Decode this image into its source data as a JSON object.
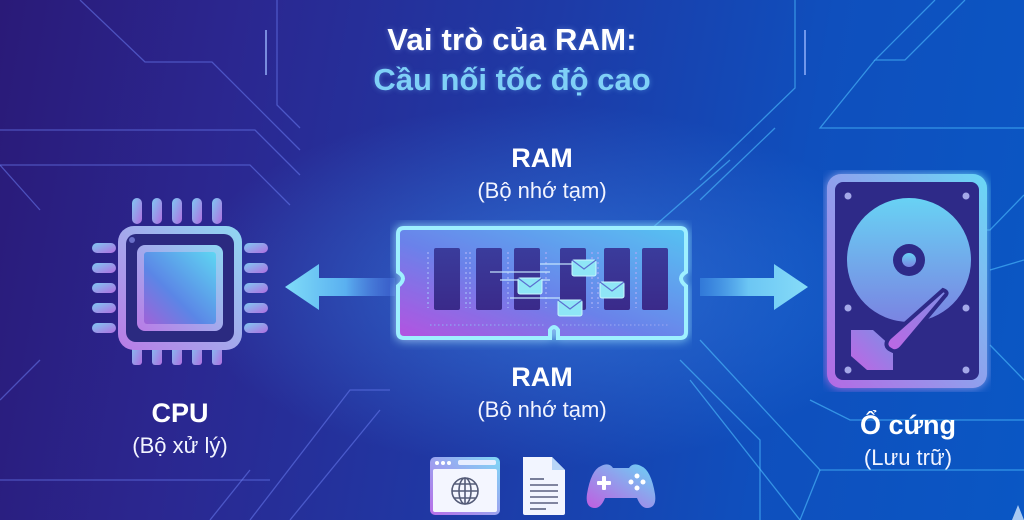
{
  "title": {
    "line1": "Vai trò của RAM:",
    "line2": "Cầu nối tốc độ cao"
  },
  "ram_top": {
    "name": "RAM",
    "description": "(Bộ nhớ tạm)"
  },
  "ram_bottom": {
    "name": "RAM",
    "description": "(Bộ nhớ tạm)"
  },
  "cpu": {
    "name": "CPU",
    "description": "(Bộ xử lý)"
  },
  "storage": {
    "name": "Ổ cứng",
    "description": "(Lưu trữ)"
  },
  "flow": {
    "left_arrow": "RAM → CPU",
    "right_arrow": "RAM → Ổ cứng"
  },
  "apps": [
    {
      "icon": "browser-globe-icon"
    },
    {
      "icon": "document-icon"
    },
    {
      "icon": "gamepad-icon"
    }
  ],
  "colors": {
    "bg_left": "#2a1a78",
    "bg_right": "#0a57c4",
    "accent_cyan": "#7fd0f7",
    "glow": "#59c8ff",
    "purple": "#b45be6",
    "chip_dark": "#2d2d8a"
  }
}
